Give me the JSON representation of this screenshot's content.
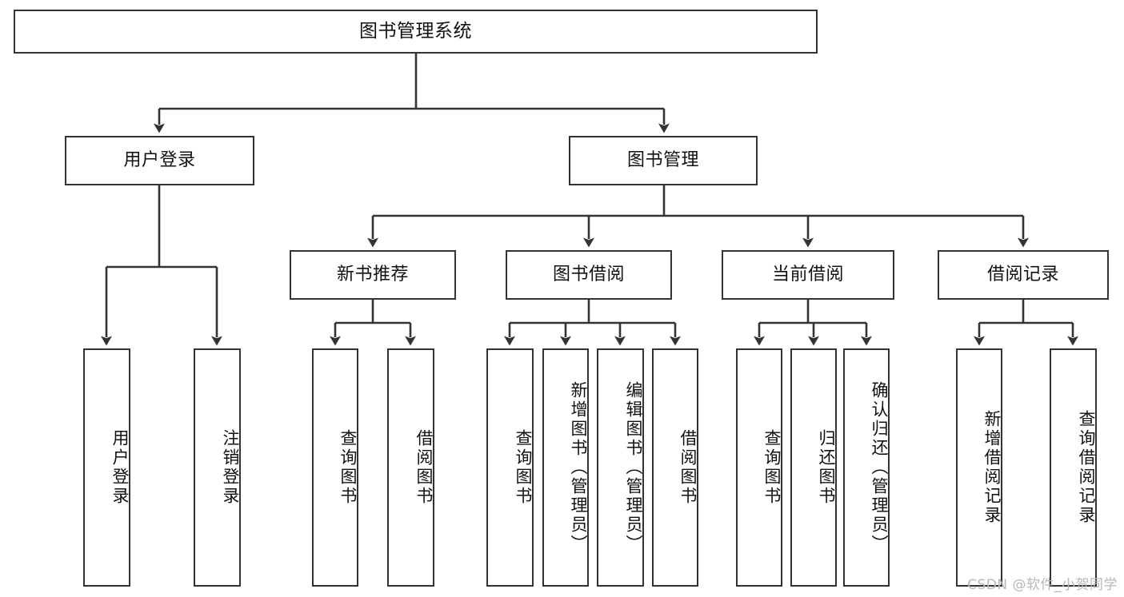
{
  "diagram": {
    "title": "图书管理系统",
    "type": "hierarchy-tree",
    "watermark": "CSDN @软件_小贺同学",
    "colors": {
      "box_border": "#333333",
      "box_fill": "#ffffff",
      "connector": "#333333",
      "text": "#111111",
      "watermark": "#b8b8b8"
    },
    "nodes": {
      "root": {
        "label": "图书管理系统"
      },
      "level2": [
        {
          "id": "user-login",
          "label": "用户登录"
        },
        {
          "id": "book-manage",
          "label": "图书管理"
        }
      ],
      "level3": [
        {
          "id": "new-book-rec",
          "label": "新书推荐"
        },
        {
          "id": "book-borrow",
          "label": "图书借阅"
        },
        {
          "id": "current-borrow",
          "label": "当前借阅"
        },
        {
          "id": "borrow-record",
          "label": "借阅记录"
        }
      ],
      "leaves": [
        {
          "id": "leaf-user-login",
          "label": "用户登录",
          "parent": "user-login"
        },
        {
          "id": "leaf-logout",
          "label": "注销登录",
          "parent": "user-login"
        },
        {
          "id": "leaf-query-book-1",
          "label": "查询图书",
          "parent": "new-book-rec"
        },
        {
          "id": "leaf-borrow-book-1",
          "label": "借阅图书",
          "parent": "new-book-rec"
        },
        {
          "id": "leaf-query-book-2",
          "label": "查询图书",
          "parent": "book-borrow"
        },
        {
          "id": "leaf-add-book",
          "label": "新增图书（管理员）",
          "parent": "book-borrow"
        },
        {
          "id": "leaf-edit-book",
          "label": "编辑图书（管理员）",
          "parent": "book-borrow"
        },
        {
          "id": "leaf-borrow-book-2",
          "label": "借阅图书",
          "parent": "book-borrow"
        },
        {
          "id": "leaf-query-book-3",
          "label": "查询图书",
          "parent": "current-borrow"
        },
        {
          "id": "leaf-return-book",
          "label": "归还图书",
          "parent": "current-borrow"
        },
        {
          "id": "leaf-confirm-return",
          "label": "确认归还（管理员）",
          "parent": "current-borrow"
        },
        {
          "id": "leaf-add-record",
          "label": "新增借阅记录",
          "parent": "borrow-record"
        },
        {
          "id": "leaf-query-record",
          "label": "查询借阅记录",
          "parent": "borrow-record"
        }
      ]
    }
  }
}
